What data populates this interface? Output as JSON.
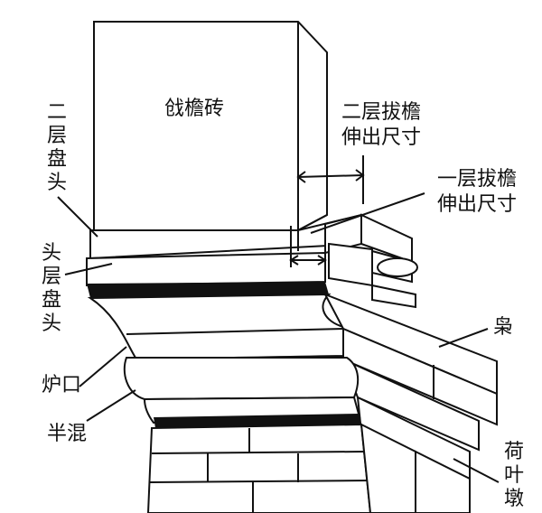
{
  "labels": {
    "qiang_yan_zhuan": "戗檐砖",
    "er_ceng_pan_tou": "二层盘头",
    "tou_ceng_pan_tou": "头层盘头",
    "lu_kou": "炉口",
    "ban_hun": "半混",
    "xiao": "枭",
    "he_ye_dun": "荷叶墩",
    "er_ceng_ba_yan_1": "二层拔檐",
    "er_ceng_ba_yan_2": "伸出尺寸",
    "yi_ceng_ba_yan_1": "一层拔檐",
    "yi_ceng_ba_yan_2": "伸出尺寸"
  },
  "colors": {
    "ink": "#111111",
    "paper": "#ffffff"
  }
}
